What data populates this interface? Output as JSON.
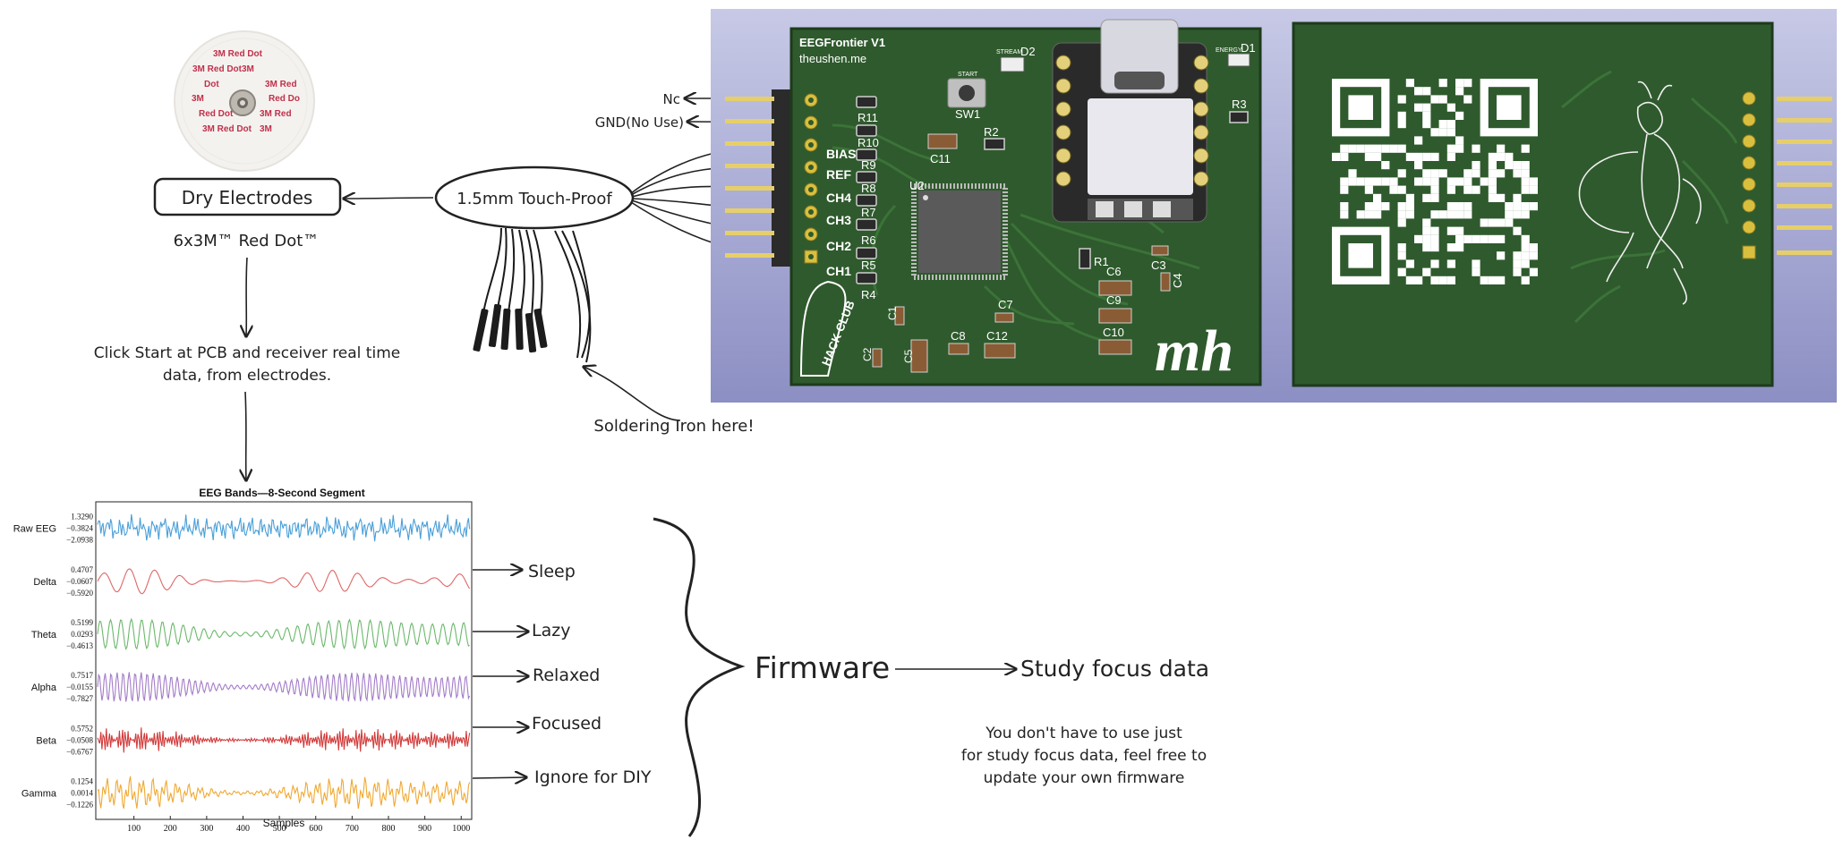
{
  "electrode": {
    "brand_text": "3M Red Dot",
    "box_label": "Dry Electrodes",
    "caption": "6x3M™ Red Dot™"
  },
  "connector": {
    "label": "1.5mm Touch-Proof",
    "solder_note": "Soldering Iron here!"
  },
  "flow": {
    "click_text_line1": "Click Start at PCB and receiver real time",
    "click_text_line2": "data, from electrodes."
  },
  "pins": {
    "nc": "Nc",
    "gnd": "GND(No Use)"
  },
  "pcb_front": {
    "title": "EEGFrontier V1",
    "site": "theushen.me",
    "header_labels": [
      "BIAS",
      "REF",
      "CH4",
      "CH3",
      "CH2",
      "CH1"
    ],
    "start_label": "START",
    "stream_label": "STREAM",
    "energy_label": "ENERGY",
    "components": [
      "D2",
      "D1",
      "SW1",
      "R11",
      "R10",
      "R9",
      "R8",
      "R7",
      "R6",
      "R5",
      "R4",
      "R2",
      "R3",
      "R1",
      "C11",
      "U2",
      "C6",
      "C9",
      "C10",
      "C3",
      "C4",
      "C7",
      "C8",
      "C12",
      "C1",
      "C2",
      "C5"
    ],
    "badge": "HACK CLUB",
    "logo": "mh"
  },
  "chart_data": {
    "type": "line",
    "title": "EEG Bands—8-Second Segment",
    "xlabel": "Samples",
    "x_ticks": [
      100,
      200,
      300,
      400,
      500,
      600,
      700,
      800,
      900,
      1000
    ],
    "xlim": [
      0,
      1024
    ],
    "series": [
      {
        "name": "Raw EEG",
        "color": "#4a9fd8",
        "ticks": [
          "1.3290",
          "−0.3824",
          "−2.0938"
        ],
        "ylim": [
          -2.0938,
          1.329
        ],
        "amp": 0.55,
        "kind": "raw"
      },
      {
        "name": "Delta",
        "color": "#e06666",
        "ticks": [
          "0.4707",
          "−0.0607",
          "−0.5920"
        ],
        "ylim": [
          -0.592,
          0.4707
        ],
        "amp": 0.6,
        "kind": "delta"
      },
      {
        "name": "Theta",
        "color": "#6bb86b",
        "ticks": [
          "0.5199",
          "0.0293",
          "−0.4613"
        ],
        "ylim": [
          -0.4613,
          0.5199
        ],
        "amp": 0.7,
        "kind": "theta"
      },
      {
        "name": "Alpha",
        "color": "#a37cc8",
        "ticks": [
          "0.7517",
          "−0.0155",
          "−0.7827"
        ],
        "ylim": [
          -0.7827,
          0.7517
        ],
        "amp": 0.7,
        "kind": "alpha"
      },
      {
        "name": "Beta",
        "color": "#d23b3b",
        "ticks": [
          "0.5752",
          "−0.0508",
          "−0.6767"
        ],
        "ylim": [
          -0.6767,
          0.5752
        ],
        "amp": 0.6,
        "kind": "beta"
      },
      {
        "name": "Gamma",
        "color": "#f0a830",
        "ticks": [
          "0.1254",
          "0.0014",
          "−0.1226"
        ],
        "ylim": [
          -0.1226,
          0.1254
        ],
        "amp": 0.8,
        "kind": "gamma"
      }
    ]
  },
  "band_labels": [
    "Sleep",
    "Lazy",
    "Relaxed",
    "Focused",
    "Ignore for DIY"
  ],
  "firmware": {
    "label": "Firmware",
    "target": "Study focus data",
    "note_line1": "You don't have to use just",
    "note_line2": "for study focus data, feel free to",
    "note_line3": "update your own firmware"
  }
}
